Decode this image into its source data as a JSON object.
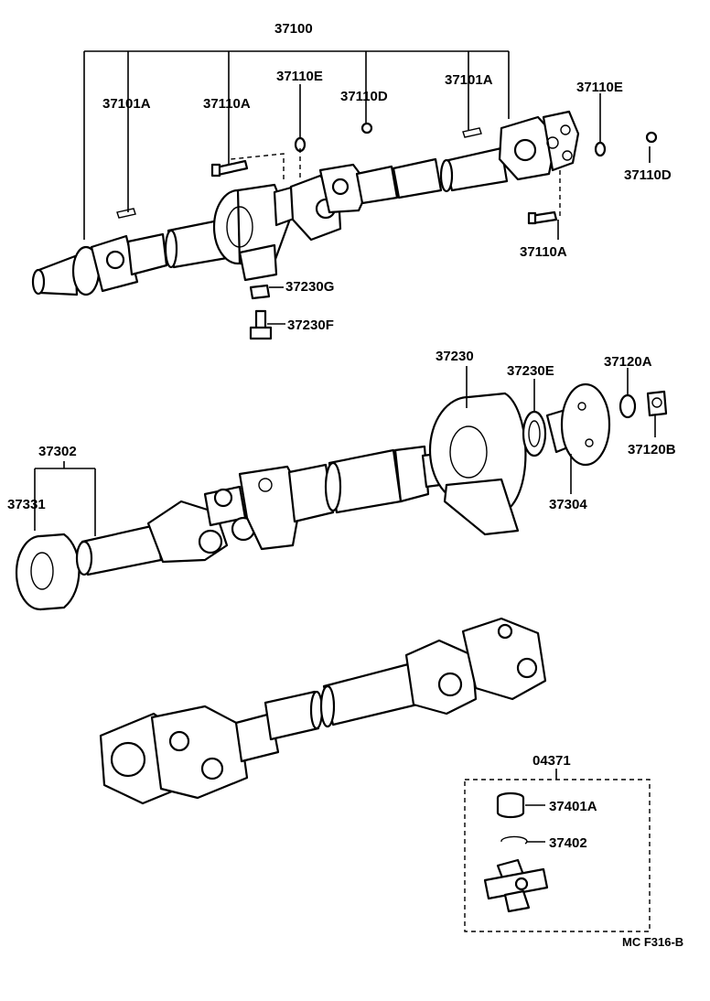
{
  "labels": {
    "p37100": "37100",
    "p37101A_left": "37101A",
    "p37110A_top": "37110A",
    "p37110E_top": "37110E",
    "p37110D_top": "37110D",
    "p37101A_right": "37101A",
    "p37110E_right": "37110E",
    "p37110D_right": "37110D",
    "p37110A_right": "37110A",
    "p37230G": "37230G",
    "p37230F": "37230F",
    "p37230": "37230",
    "p37230E": "37230E",
    "p37120A": "37120A",
    "p37120B": "37120B",
    "p37302": "37302",
    "p37331": "37331",
    "p37304": "37304",
    "p04371": "04371",
    "p37401A": "37401A",
    "p37402": "37402",
    "figure_code": "MC F316-B"
  }
}
